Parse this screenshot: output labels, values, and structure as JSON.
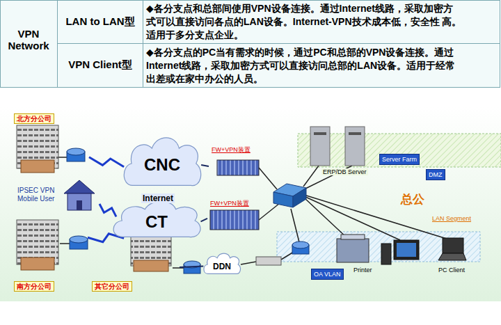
{
  "diagram": {
    "nodes": [
      {
        "text": [
          "北方分公司"
        ]
      },
      {
        "text": [
          "CNC"
        ]
      },
      {
        "text": [
          "FW+VPN装置"
        ]
      },
      {
        "text": [
          "CT"
        ]
      },
      {
        "text": [
          "FW+VPN装置"
        ]
      },
      {
        "text": [
          "IPSEC VPN Mobile User"
        ]
      },
      {
        "text": [
          "南方分公司"
        ]
      },
      {
        "text": [
          "其它分公司"
        ]
      },
      {
        "text": [
          "DDN"
        ]
      },
      {
        "text": [
          "Server Farm"
        ]
      },
      {
        "text": [
          "DMZ"
        ]
      },
      {
        "text": [
          "OA VLAN"
        ]
      }
    ],
    "edges": [
      {
        "from": 0,
        "to": 1,
        "arrow": "none"
      },
      {
        "from": 1,
        "to": 2,
        "arrow": "none"
      },
      {
        "from": 3,
        "to": 4,
        "arrow": "none"
      },
      {
        "from": 5,
        "to": 3,
        "arrow": "none"
      },
      {
        "from": 6,
        "to": 3,
        "arrow": "none"
      },
      {
        "from": 7,
        "to": 8,
        "arrow": "none"
      }
    ],
    "labels": [
      "VPN Network",
      "LAN to LAN型",
      "◆各分支点和总部间使用VPN设备连接。通过Internet线路，采取加密方 式可以直接访问各点的LAN设备。Internet-VPN技术成本低，安全性 高。适用于多分支点企业。",
      "VPN Client型",
      "◆各分支点的PC当有需求的时候，通过PC和总部的VPN设备连接。通过 Internet线路，采取加密方式可以直接访问总部的LAN设备。适用于经常 出差或在家中办公的人员。",
      "Internet",
      "ERP/DB Server",
      "总公",
      "LAN Segment",
      "Printer",
      "PC Client"
    ]
  }
}
